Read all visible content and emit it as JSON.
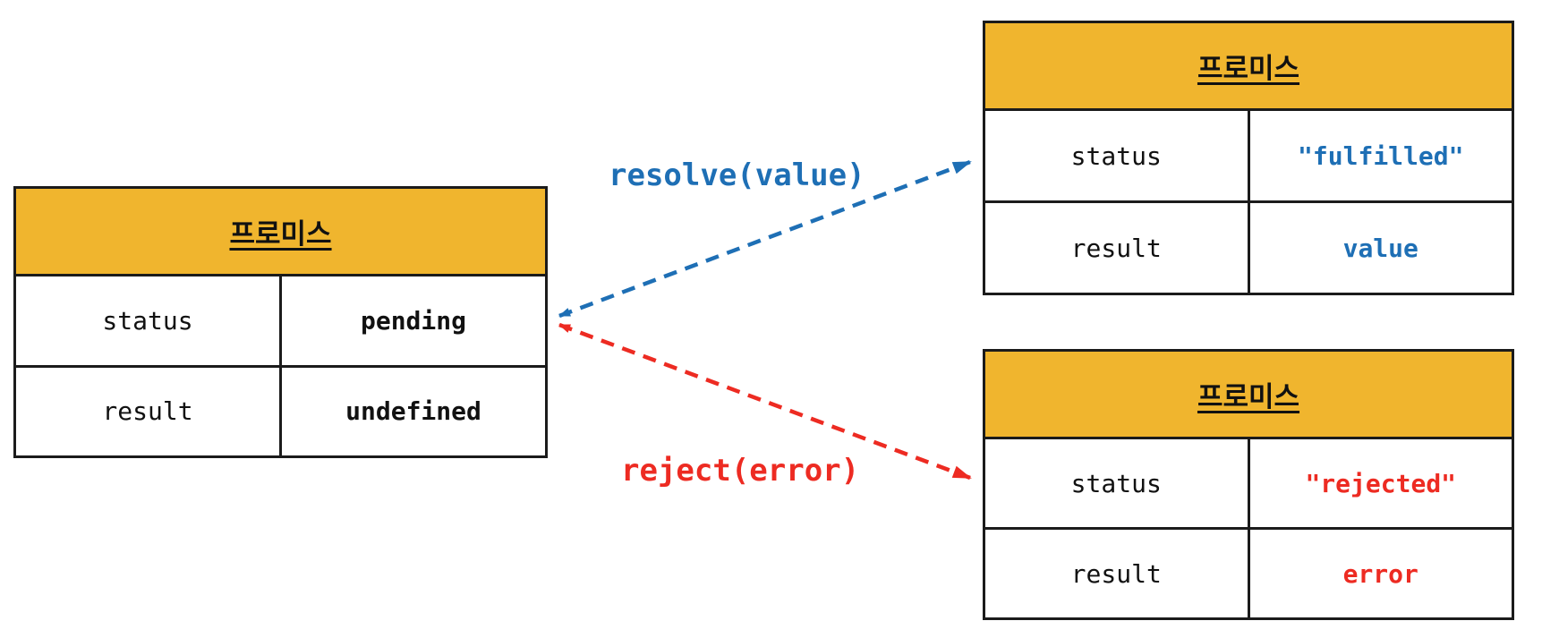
{
  "diagram": {
    "pending_table": {
      "title": "프로미스",
      "rows": [
        {
          "key": "status",
          "value": "pending"
        },
        {
          "key": "result",
          "value": "undefined"
        }
      ]
    },
    "fulfilled_table": {
      "title": "프로미스",
      "rows": [
        {
          "key": "status",
          "value": "\"fulfilled\""
        },
        {
          "key": "result",
          "value": "value"
        }
      ]
    },
    "rejected_table": {
      "title": "프로미스",
      "rows": [
        {
          "key": "status",
          "value": "\"rejected\""
        },
        {
          "key": "result",
          "value": "error"
        }
      ]
    },
    "resolve_arrow_label": "resolve(value)",
    "reject_arrow_label": "reject(error)",
    "colors": {
      "header_bg": "#F0B52E",
      "resolve_blue": "#1E6FB5",
      "reject_red": "#ED2B22",
      "border": "#1B1B1B",
      "text": "#111111"
    }
  }
}
